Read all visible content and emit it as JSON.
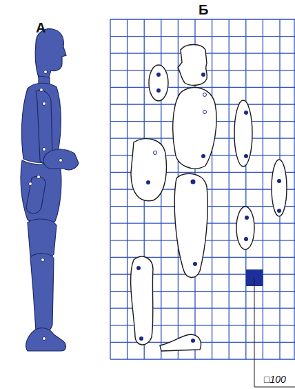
{
  "diagram": {
    "labels": [
      "А",
      "Б",
      "□100"
    ]
  }
}
